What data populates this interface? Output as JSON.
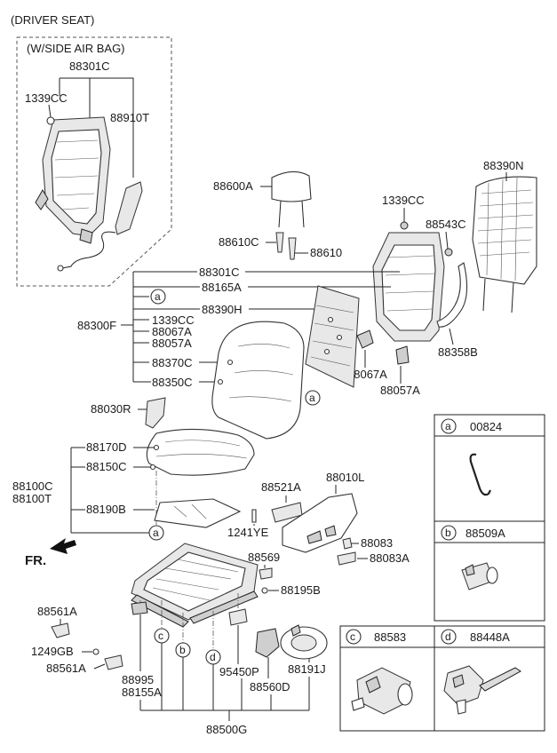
{
  "header": {
    "title": "(DRIVER SEAT)"
  },
  "airbag_box": {
    "title": "(W/SIDE AIR BAG)"
  },
  "labels": {
    "l88301C_top": "88301C",
    "l1339CC_top": "1339CC",
    "l88910T": "88910T",
    "l88600A": "88600A",
    "l88610C": "88610C",
    "l88610": "88610",
    "l88390N": "88390N",
    "l1339CC_r": "1339CC",
    "l88543C": "88543C",
    "l88301C": "88301C",
    "l88165A": "88165A",
    "l88390H": "88390H",
    "l88300F": "88300F",
    "l1339CC_m": "1339CC",
    "l88067A_m": "88067A",
    "l88057A_m": "88057A",
    "l88370C": "88370C",
    "l88350C": "88350C",
    "l88067A_r": "88067A",
    "l88057A_r": "88057A",
    "l88358B": "88358B",
    "l88030R": "88030R",
    "l88170D": "88170D",
    "l88150C": "88150C",
    "l88100C": "88100C",
    "l88100T": "88100T",
    "l88190B": "88190B",
    "l88521A": "88521A",
    "l88010L": "88010L",
    "l1241YE": "1241YE",
    "l88083": "88083",
    "l88083A": "88083A",
    "l88569": "88569",
    "l88195B": "88195B",
    "lFR": "FR.",
    "l88561A_t": "88561A",
    "l1249GB": "1249GB",
    "l88561A_b": "88561A",
    "l88995": "88995",
    "l88155A": "88155A",
    "l95450P": "95450P",
    "l88560D": "88560D",
    "l88191J": "88191J",
    "l88500G": "88500G"
  },
  "callouts": {
    "a": "a",
    "b": "b",
    "c": "c",
    "d": "d"
  },
  "legend": {
    "a": {
      "letter": "a",
      "part": "00824"
    },
    "b": {
      "letter": "b",
      "part": "88509A"
    },
    "c": {
      "letter": "c",
      "part": "88583"
    },
    "d": {
      "letter": "d",
      "part": "88448A"
    }
  }
}
